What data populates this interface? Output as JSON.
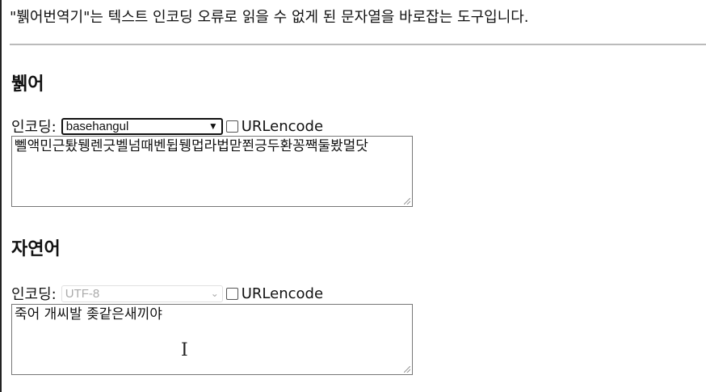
{
  "intro": "\"뷁어번역기\"는 텍스트 인코딩 오류로 읽을 수 없게 된 문자열을 바로잡는 도구입니다.",
  "source": {
    "heading": "뷁어",
    "encoding_label": "인코딩:",
    "encoding_value": "basehangul",
    "urlencode_label": "URLencode",
    "text": "뻴액민근퇐뒝렌긋벨넘때벤뒵뒝멉라법맏쬔긍두환꽁짹둘봤멀닷"
  },
  "target": {
    "heading": "자연어",
    "encoding_label": "인코딩:",
    "encoding_value": "UTF-8",
    "urlencode_label": "URLencode",
    "text": "죽어 개씨발 좆같은새끼야"
  }
}
